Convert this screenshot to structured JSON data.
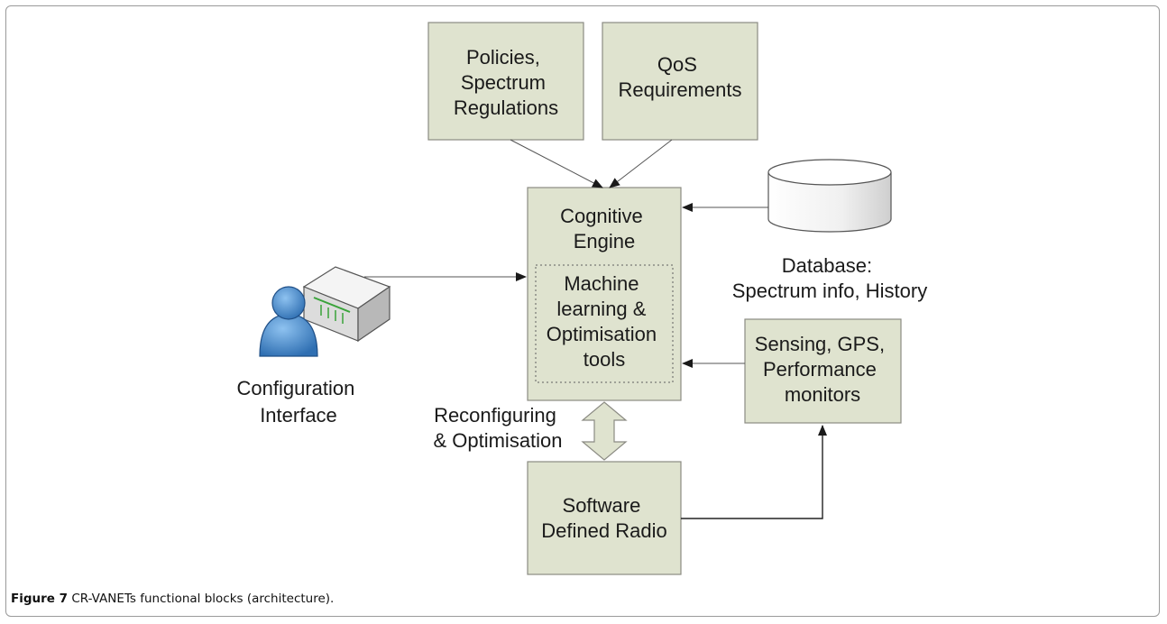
{
  "boxes": {
    "policies": [
      "Policies,",
      "Spectrum",
      "Regulations"
    ],
    "qos": [
      "QoS",
      "Requirements"
    ],
    "cognitive_engine": [
      "Cognitive",
      "Engine"
    ],
    "ml_tools": [
      "Machine",
      "learning &",
      "Optimisation",
      "tools"
    ],
    "sensing": [
      "Sensing, GPS,",
      "Performance",
      "monitors"
    ],
    "sdr": [
      "Software",
      "Defined Radio"
    ]
  },
  "database_label": [
    "Database:",
    "Spectrum info, History"
  ],
  "config_label": [
    "Configuration",
    "Interface"
  ],
  "reconfig_label": [
    "Reconfiguring",
    "& Optimisation"
  ],
  "caption": {
    "prefix": "Figure 7",
    "text": " CR-VANETs functional blocks (architecture)."
  },
  "colors": {
    "box_fill": "#dfe3cf",
    "box_stroke": "#8b8b83",
    "person": "#4a86c8",
    "database": "#f2f2f2"
  }
}
